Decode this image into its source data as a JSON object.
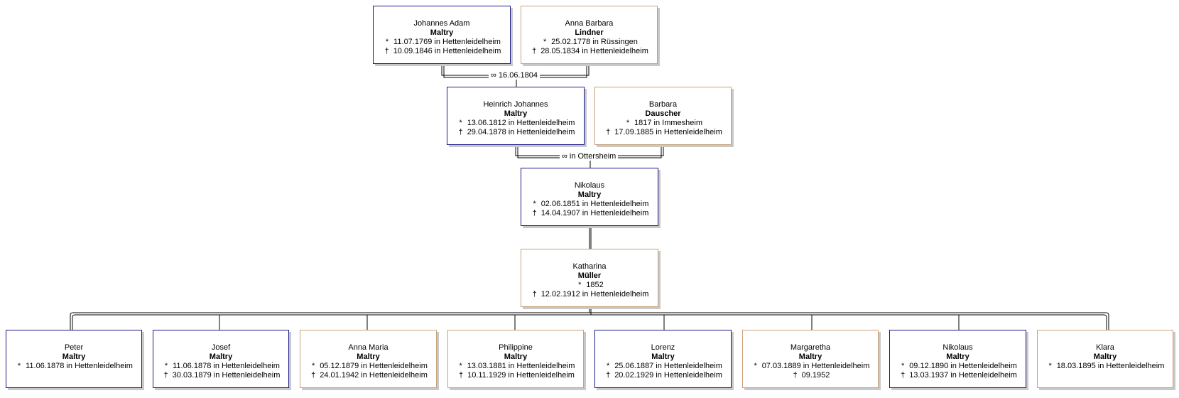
{
  "persons": [
    {
      "id": "p-johannes-adam",
      "given": "Johannes Adam",
      "surname": "Maltry",
      "sex": "m",
      "birth": "11.07.1769 in Hettenleidelheim",
      "death": "10.09.1846 in Hettenleidelheim"
    },
    {
      "id": "p-anna-barbara",
      "given": "Anna Barbara",
      "surname": "Lindner",
      "sex": "f",
      "birth": "25.02.1778 in Rüssingen",
      "death": "28.05.1834 in Hettenleidelheim"
    },
    {
      "id": "p-heinrich-johannes",
      "given": "Heinrich Johannes",
      "surname": "Maltry",
      "sex": "m",
      "birth": "13.06.1812 in Hettenleidelheim",
      "death": "29.04.1878 in Hettenleidelheim"
    },
    {
      "id": "p-barbara",
      "given": "Barbara",
      "surname": "Dauscher",
      "sex": "f",
      "birth": "1817 in Immesheim",
      "death": "17.09.1885 in Hettenleidelheim"
    },
    {
      "id": "p-nikolaus",
      "given": "Nikolaus",
      "surname": "Maltry",
      "sex": "m",
      "birth": "02.06.1851 in Hettenleidelheim",
      "death": "14.04.1907 in Hettenleidelheim"
    },
    {
      "id": "p-katharina",
      "given": "Katharina",
      "surname": "Müller",
      "sex": "f",
      "birth": "1852",
      "death": "12.02.1912 in Hettenleidelheim"
    },
    {
      "id": "p-peter",
      "given": "Peter",
      "surname": "Maltry",
      "sex": "m",
      "birth": "11.06.1878 in Hettenleidelheim",
      "death": ""
    },
    {
      "id": "p-josef",
      "given": "Josef",
      "surname": "Maltry",
      "sex": "m",
      "birth": "11.06.1878 in Hettenleidelheim",
      "death": "30.03.1879 in Hettenleidelheim"
    },
    {
      "id": "p-anna-maria",
      "given": "Anna Maria",
      "surname": "Maltry",
      "sex": "f",
      "birth": "05.12.1879 in Hettenleidelheim",
      "death": "24.01.1942 in Hettenleidelheim"
    },
    {
      "id": "p-philippine",
      "given": "Philippine",
      "surname": "Maltry",
      "sex": "f",
      "birth": "13.03.1881 in Hettenleidelheim",
      "death": "10.11.1929 in Hettenleidelheim"
    },
    {
      "id": "p-lorenz",
      "given": "Lorenz",
      "surname": "Maltry",
      "sex": "m",
      "birth": "25.06.1887 in Hettenleidelheim",
      "death": "20.02.1929 in Hettenleidelheim"
    },
    {
      "id": "p-margaretha",
      "given": "Margaretha",
      "surname": "Maltry",
      "sex": "f",
      "birth": "07.03.1889 in Hettenleidelheim",
      "death": "09.1952"
    },
    {
      "id": "p-nikolaus-jr",
      "given": "Nikolaus",
      "surname": "Maltry",
      "sex": "m",
      "birth": "09.12.1890 in Hettenleidelheim",
      "death": "13.03.1937 in Hettenleidelheim"
    },
    {
      "id": "p-klara",
      "given": "Klara",
      "surname": "Maltry",
      "sex": "f",
      "birth": "18.03.1895 in Hettenleidelheim",
      "death": ""
    }
  ],
  "marriages": [
    {
      "label": "16.06.1804"
    },
    {
      "label": "in Ottersheim"
    }
  ],
  "symbols": {
    "birth": "*",
    "death": "†",
    "marriage": "∞"
  },
  "colors": {
    "male_border": "#1a1a8a",
    "female_border": "#c8a078",
    "line": "#000000",
    "shadow": "#c8c8c8"
  }
}
